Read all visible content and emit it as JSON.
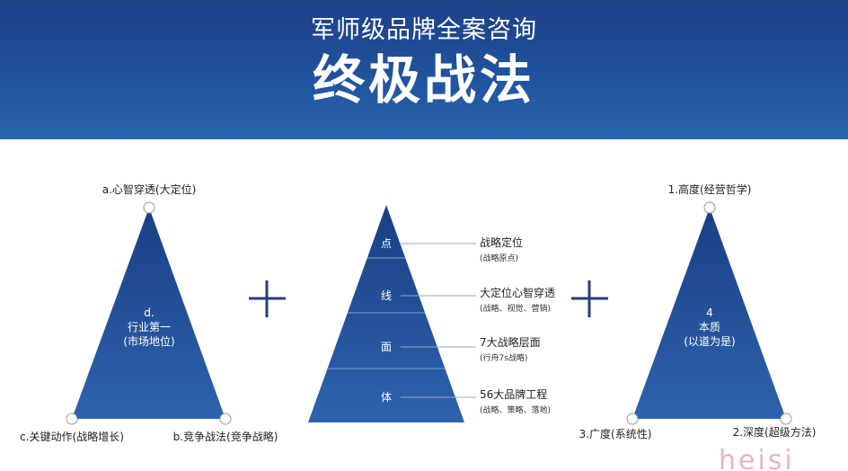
{
  "header": {
    "subtitle": "军师级品牌全案咨询",
    "title": "终极战法"
  },
  "left_triangle": {
    "top": "a.心智穿透(大定位)",
    "bottom_left": "c.关键动作(战略增长)",
    "bottom_right": "b.竞争战法(竞争战略)",
    "center": [
      "d.",
      "行业第一",
      "(市场地位)"
    ]
  },
  "plus_symbol": "+",
  "pyramid": {
    "levels": [
      {
        "label": "点",
        "title": "战略定位",
        "note": "(战略原点)"
      },
      {
        "label": "线",
        "title": "大定位心智穿透",
        "note": "(战略、视觉、营销)"
      },
      {
        "label": "面",
        "title": "7大战略层面",
        "note": "(行舟7s战略)"
      },
      {
        "label": "体",
        "title": "56大品牌工程",
        "note": "(战略、策略、落地)"
      }
    ]
  },
  "right_triangle": {
    "top": "1.高度(经营哲学)",
    "bottom_left": "3.广度(系统性)",
    "bottom_right": "2.深度(超级方法)",
    "center": [
      "4",
      "本质",
      "(以道为是)"
    ]
  },
  "watermark": "heisi",
  "colors": {
    "header": "#2155a0",
    "triangle_dark": "#1a3f85",
    "triangle_light": "#2d6ab5",
    "text": "#222222"
  }
}
